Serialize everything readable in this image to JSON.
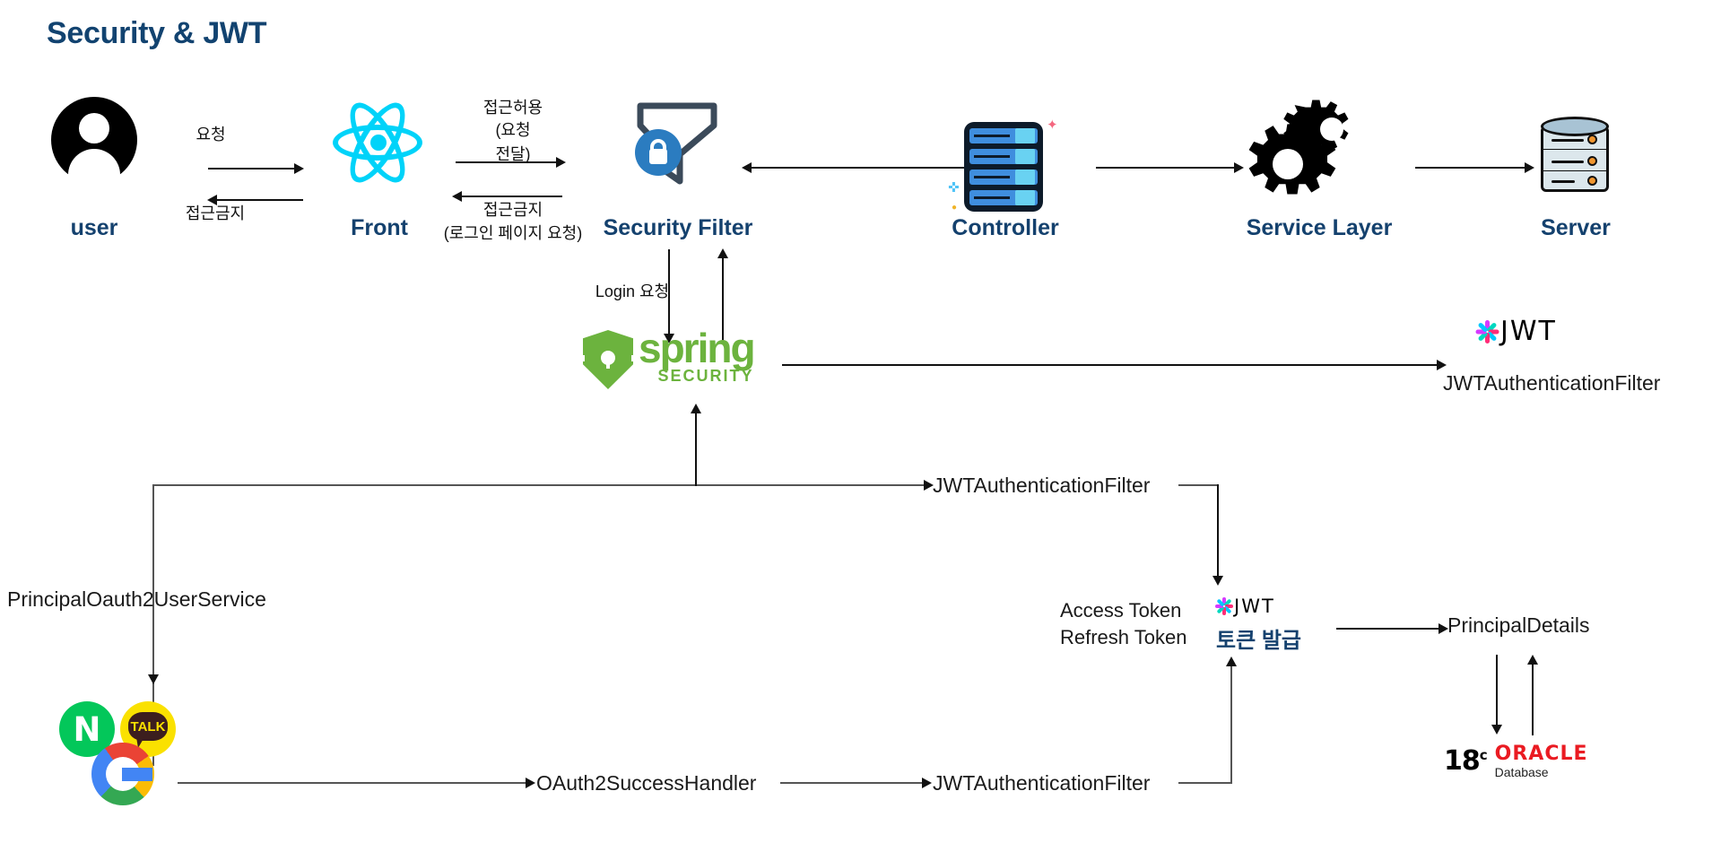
{
  "title": "Security & JWT",
  "nodes": {
    "user": "user",
    "front": "Front",
    "security_filter": "Security Filter",
    "controller": "Controller",
    "service_layer": "Service Layer",
    "server": "Server"
  },
  "edges": {
    "request": "요청",
    "access_denied": "접근금지",
    "allow_line1": "접근허용",
    "allow_line2": "(요청",
    "allow_line3": "전달)",
    "deny_line1": "접근금지",
    "deny_line2": "(로그인 페이지 요청)",
    "login_request": "Login 요청"
  },
  "spring": {
    "wordmark": "spring",
    "subword": "SECURITY"
  },
  "jwt": {
    "logo_text": "JWT",
    "filter_label_right": "JWTAuthenticationFilter",
    "filter_label_mid": "JWTAuthenticationFilter",
    "filter_label_bottom": "JWTAuthenticationFilter",
    "issue_label": "토큰 발급"
  },
  "tokens": {
    "access": "Access Token",
    "refresh": "Refresh Token"
  },
  "labels": {
    "principal_oauth2_user_service": "PrincipalOauth2UserService",
    "oauth2_success_handler": "OAuth2SuccessHandler",
    "principal_details": "PrincipalDetails"
  },
  "social": {
    "naver": "N",
    "kakao": "TALK",
    "google": "G"
  },
  "oracle": {
    "version": "18",
    "version_sup": "c",
    "brand": "ORACLE",
    "product": "Database"
  },
  "colors": {
    "title": "#124370",
    "node_label": "#14416e",
    "react": "#00d3f9",
    "spring_green": "#6cb33e",
    "oracle_red": "#ea1b22",
    "naver_green": "#03c75a",
    "kakao_yellow": "#fae100"
  }
}
